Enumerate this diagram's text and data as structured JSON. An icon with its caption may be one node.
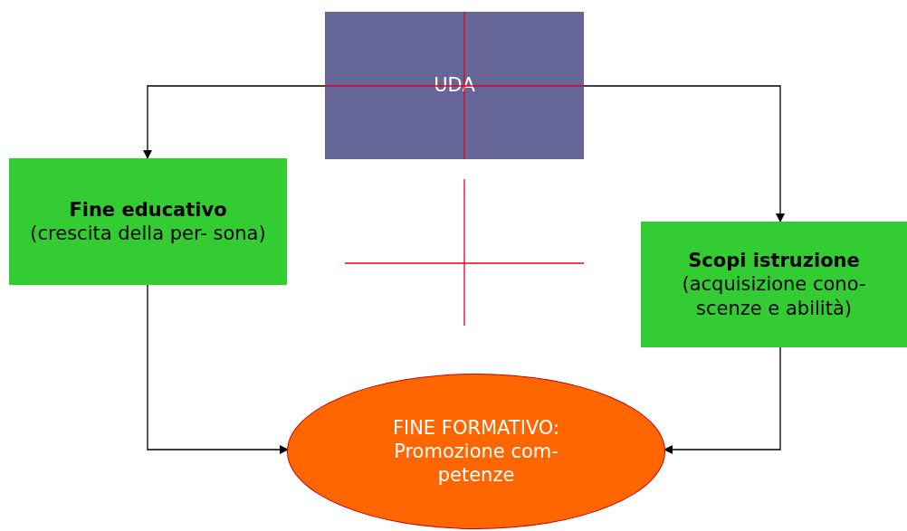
{
  "diagram": {
    "nodes": [
      {
        "text": [
          "UDA"
        ]
      },
      {
        "text": [
          "Fine educativo",
          "(crescita della per- sona)"
        ]
      },
      {
        "text": [
          "Scopi istruzione",
          "(acquisizione cono- scenze e abilità)"
        ]
      },
      {
        "text": [
          "FINE FORMATIVO: Promozione com- petenze"
        ]
      }
    ],
    "edges": [
      {
        "from": 0,
        "to": 1,
        "arrow": "to"
      },
      {
        "from": 0,
        "to": 2,
        "arrow": "to"
      },
      {
        "from": 1,
        "to": 3,
        "arrow": "to"
      },
      {
        "from": 2,
        "to": 3,
        "arrow": "to"
      }
    ]
  }
}
